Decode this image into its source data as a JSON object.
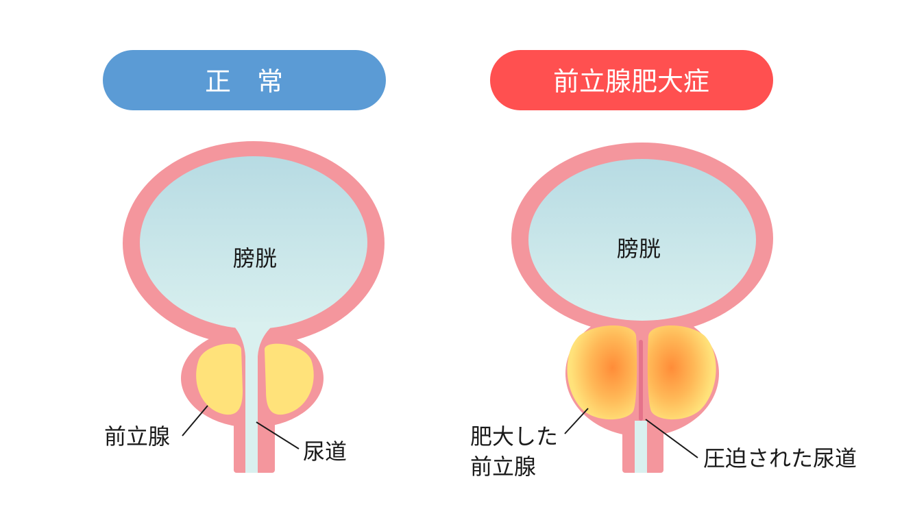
{
  "panels": {
    "normal": {
      "header": "正　常",
      "header_color": "#5b9bd5",
      "bladder_label": "膀胱",
      "prostate_label": "前立腺",
      "urethra_label": "尿道"
    },
    "bph": {
      "header": "前立腺肥大症",
      "header_color": "#ff5050",
      "bladder_label": "膀胱",
      "prostate_label_line1": "肥大した",
      "prostate_label_line2": "前立腺",
      "urethra_label": "圧迫された尿道"
    }
  },
  "colors": {
    "bladder_wall": "#f4969d",
    "bladder_fill_top": "#b7dbe3",
    "bladder_fill_bottom": "#d9f0ef",
    "prostate_normal": "#ffe27a",
    "prostate_enlarged_center": "#ff8c38",
    "prostate_enlarged_edge": "#ffe27a",
    "header_text": "#ffffff",
    "label_text": "#1a1a1a"
  }
}
